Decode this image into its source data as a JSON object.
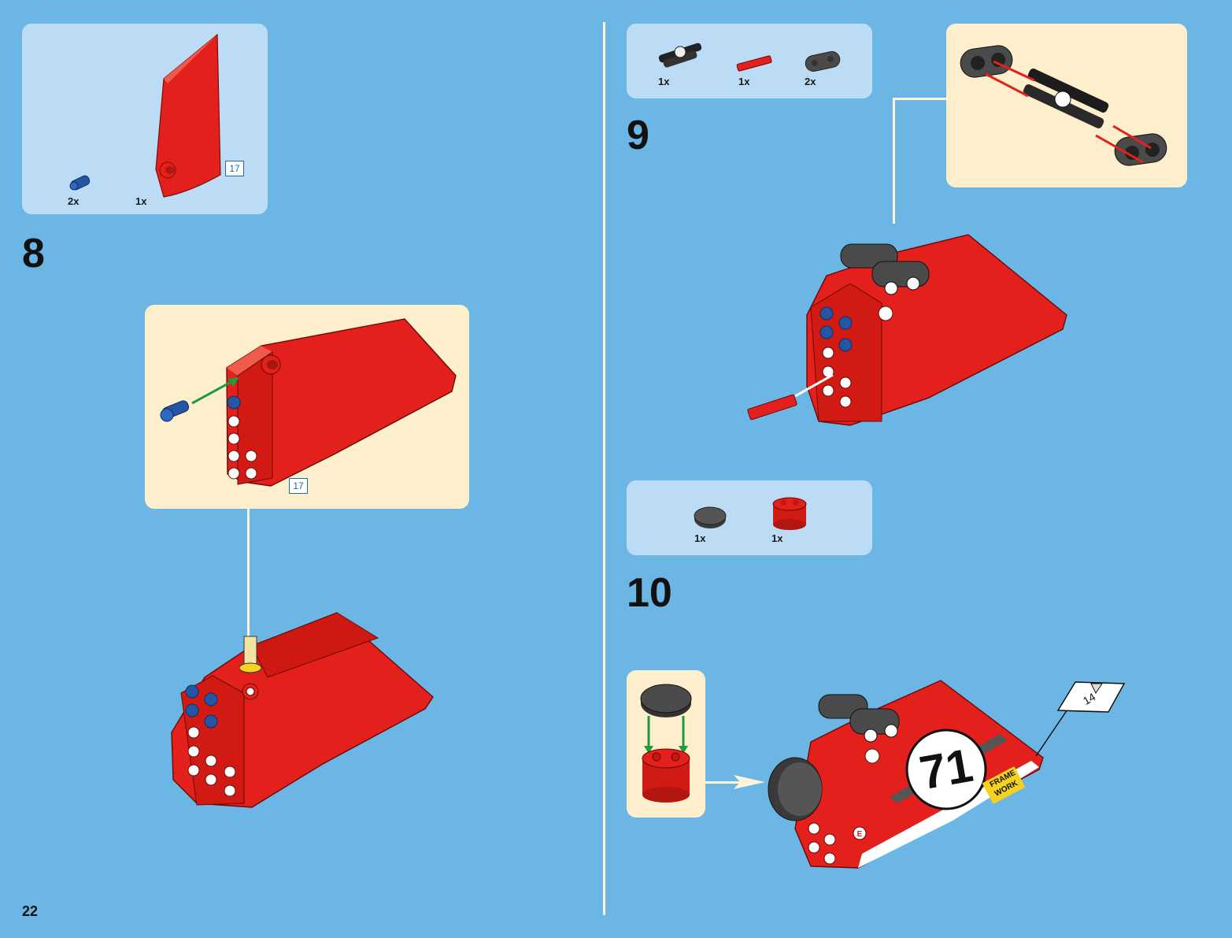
{
  "page": {
    "number": "22"
  },
  "steps": [
    {
      "number": "8",
      "parts": [
        {
          "name": "blue-pin",
          "qty": "2x"
        },
        {
          "name": "red-panel",
          "qty": "1x"
        }
      ],
      "part_ref": "17",
      "subassembly_ref": "17"
    },
    {
      "number": "9",
      "parts": [
        {
          "name": "black-pin-assembly",
          "qty": "1x"
        },
        {
          "name": "red-axle",
          "qty": "1x"
        },
        {
          "name": "dark-gray-liftarm",
          "qty": "2x"
        }
      ]
    },
    {
      "number": "10",
      "parts": [
        {
          "name": "dark-gray-round-tile",
          "qty": "1x"
        },
        {
          "name": "red-round-brick",
          "qty": "1x"
        }
      ],
      "sticker_ref": "14",
      "decal": {
        "number": "71",
        "brand_line1": "FRAME",
        "brand_line2": "WORK",
        "badge": "E"
      }
    }
  ],
  "colors": {
    "background": "#6cb6e6",
    "parts_box": "#bcdcf5",
    "subassembly_box": "#fdefcc",
    "brick_red": "#e3201b",
    "arrow_green": "#1f9a3c",
    "arrow_red": "#e3201b",
    "pin_blue": "#2456a4",
    "dark_gray": "#4a4a4a"
  }
}
